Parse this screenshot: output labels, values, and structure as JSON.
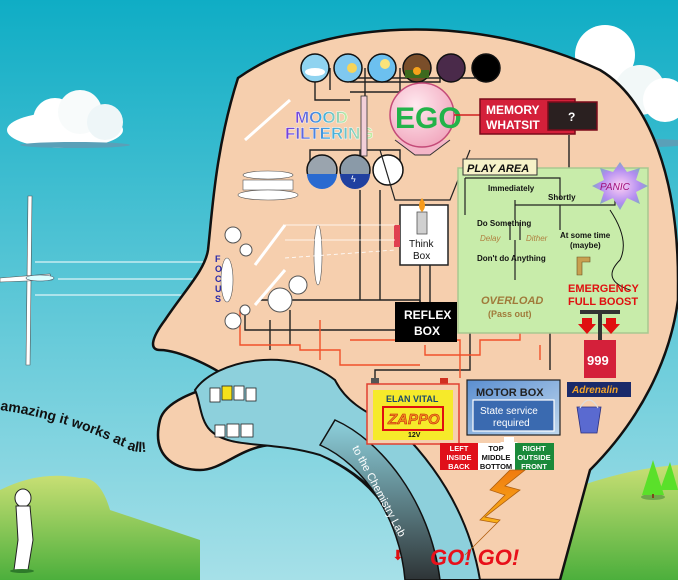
{
  "title": "How the brain works",
  "colors": {
    "sky_top": "#10aec6",
    "sky_bottom": "#9adce6",
    "skin": "#f6cfae",
    "play_area": "#c8ecaa",
    "memory_red": "#d4203a",
    "reflex_black": "#000000",
    "wire_black": "#222222",
    "wire_red": "#f0502a",
    "grass": "#6cc24a",
    "motor_blue": "#3a6ab0",
    "adrenalin_navy": "#1a2a6a",
    "go_red": "#e8101a"
  },
  "mood": {
    "title_line1": "MOOD",
    "title_line2": "FILTERING",
    "weather_icons": [
      "partly-cloudy",
      "sun-behind-cloud",
      "sunny",
      "sunset",
      "dusk",
      "night"
    ],
    "lower_icons": [
      "rain-cloud",
      "storm-lightning",
      "blank"
    ]
  },
  "ego": {
    "label": "EGO"
  },
  "memory": {
    "line1": "MEMORY",
    "line2": "WHATSIT",
    "display": "?"
  },
  "think_box": {
    "line1": "Think",
    "line2": "Box"
  },
  "play_area": {
    "title": "PLAY AREA",
    "immediately": "Immediately",
    "shortly": "Shortly",
    "do_something": "Do Something",
    "delay": "Delay",
    "dither": "Dither",
    "dont_do": "Don't do Anything",
    "some_time_1": "At some time",
    "some_time_2": "(maybe)",
    "overload": "OVERLOAD",
    "pass_out": "(Pass out)",
    "panic": "PANIC"
  },
  "emergency": {
    "line1": "EMERGENCY",
    "line2": "FULL BOOST"
  },
  "adrenalin": {
    "counter": "999",
    "label": "Adrenalin"
  },
  "reflex": {
    "line1": "REFLEX",
    "line2": "BOX"
  },
  "focus": {
    "label": "FOCUS"
  },
  "battery": {
    "label": "ELAN VITAL",
    "brand": "ZAPPO",
    "voltage": "12V"
  },
  "motor": {
    "title": "MOTOR BOX",
    "status_line1": "State service",
    "status_line2": "required",
    "grid": [
      [
        "LEFT",
        "TOP",
        "RIGHT"
      ],
      [
        "INSIDE",
        "MIDDLE",
        "OUTSIDE"
      ],
      [
        "BACK",
        "BOTTOM",
        "FRONT"
      ]
    ]
  },
  "go": {
    "label": "GO! GO!"
  },
  "throat": {
    "label": "to the Chemistry Lab"
  },
  "caption": {
    "text": "amazing it works at all!"
  }
}
